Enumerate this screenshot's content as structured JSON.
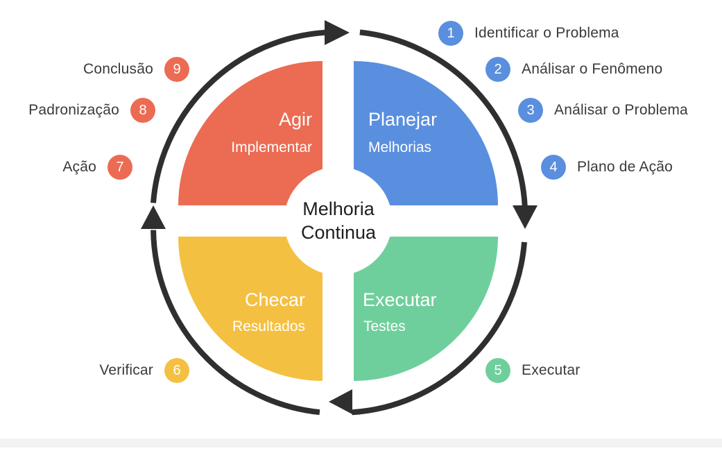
{
  "colors": {
    "act": "#ec6b53",
    "plan": "#5a8fdf",
    "do": "#6fcf9c",
    "check": "#f4c042",
    "arrow": "#2f2f2f"
  },
  "center": {
    "line1": "Melhoria",
    "line2": "Continua"
  },
  "quadrants": {
    "act": {
      "title": "Agir",
      "subtitle": "Implementar"
    },
    "plan": {
      "title": "Planejar",
      "subtitle": "Melhorias"
    },
    "do": {
      "title": "Executar",
      "subtitle": "Testes"
    },
    "check": {
      "title": "Checar",
      "subtitle": "Resultados"
    }
  },
  "steps": [
    {
      "number": "1",
      "label": "Identificar o Problema"
    },
    {
      "number": "2",
      "label": "Análisar o Fenômeno"
    },
    {
      "number": "3",
      "label": "Análisar o Problema"
    },
    {
      "number": "4",
      "label": "Plano de Ação"
    },
    {
      "number": "5",
      "label": "Executar"
    },
    {
      "number": "6",
      "label": "Verificar"
    },
    {
      "number": "7",
      "label": "Ação"
    },
    {
      "number": "8",
      "label": "Padronização"
    },
    {
      "number": "9",
      "label": "Conclusão"
    }
  ]
}
